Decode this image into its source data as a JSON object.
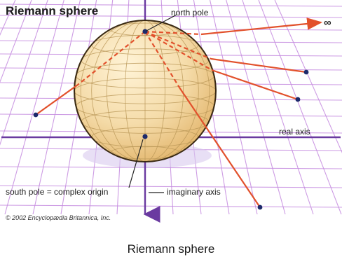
{
  "figure": {
    "title": "Riemann sphere",
    "caption": "Riemann sphere",
    "copyright": "© 2002 Encyclopædia Britannica, Inc."
  },
  "labels": {
    "north_pole": "north pole",
    "infinity": "∞",
    "real_axis": "real axis",
    "south_pole": "south pole = complex origin",
    "imaginary_axis": "imaginary axis"
  },
  "colors": {
    "grid": "#c58be0",
    "axis": "#6a3aa0",
    "sphere_fill": "#f5dcaa",
    "sphere_edge": "#3a2a14",
    "projection_line": "#e2512c",
    "point": "#1d2a6b"
  }
}
